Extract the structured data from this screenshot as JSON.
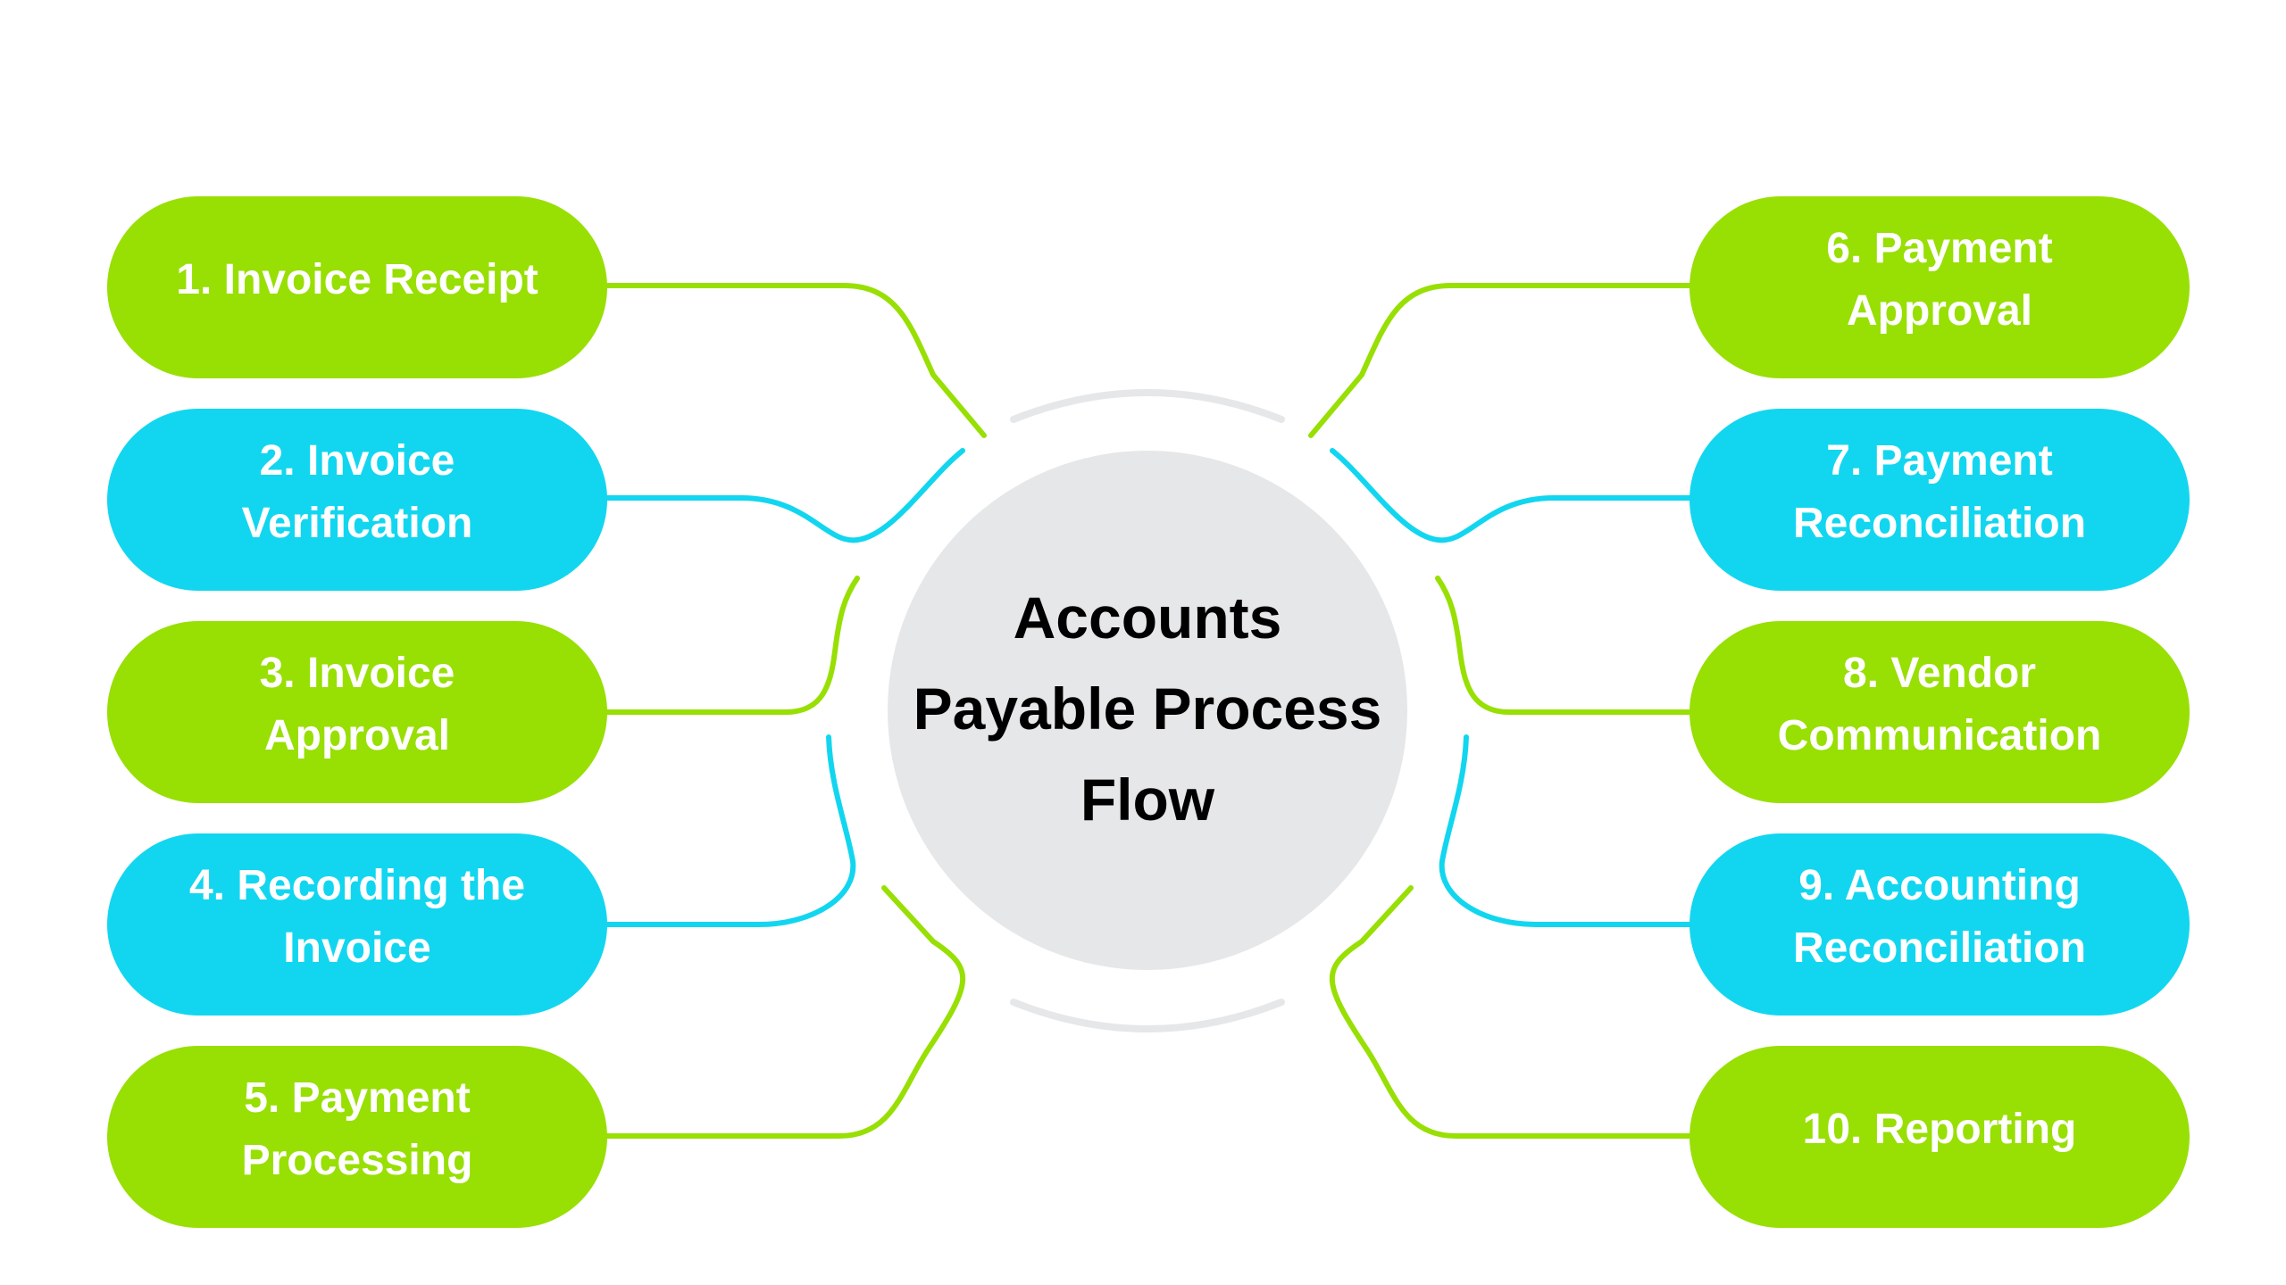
{
  "center": {
    "title": "Accounts\nPayable Process\nFlow"
  },
  "colors": {
    "green": "#98df04",
    "blue": "#12d6ef",
    "circle": "#e6e7e9",
    "arc": "#e6e7e9",
    "text_light": "#ffffff",
    "text_dark": "#000000"
  },
  "steps": [
    {
      "label": "1. Invoice Receipt",
      "color": "green",
      "side": "left"
    },
    {
      "label": "2. Invoice\nVerification",
      "color": "blue",
      "side": "left"
    },
    {
      "label": "3. Invoice\nApproval",
      "color": "green",
      "side": "left"
    },
    {
      "label": "4. Recording the\nInvoice",
      "color": "blue",
      "side": "left"
    },
    {
      "label": "5. Payment\nProcessing",
      "color": "green",
      "side": "left"
    },
    {
      "label": "6. Payment\nApproval",
      "color": "green",
      "side": "right"
    },
    {
      "label": "7. Payment\nReconciliation",
      "color": "blue",
      "side": "right"
    },
    {
      "label": "8. Vendor\nCommunication",
      "color": "green",
      "side": "right"
    },
    {
      "label": "9. Accounting\nReconciliation",
      "color": "blue",
      "side": "right"
    },
    {
      "label": "10. Reporting",
      "color": "green",
      "side": "right"
    }
  ]
}
